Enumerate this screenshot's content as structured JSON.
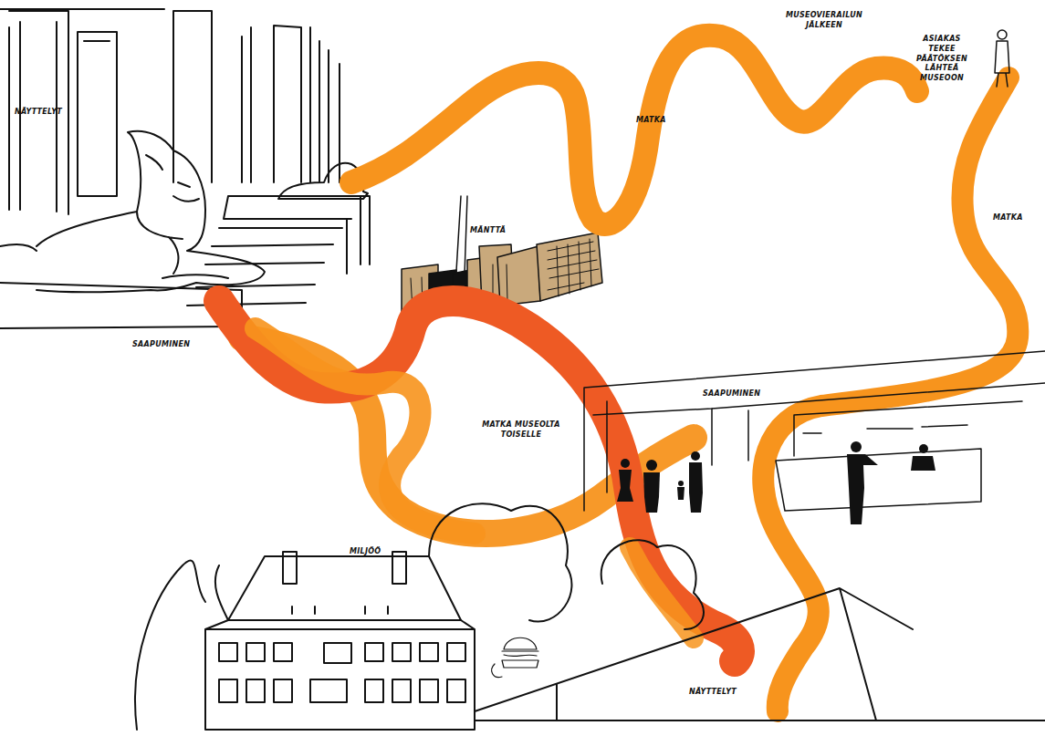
{
  "diagram": {
    "labels": [
      "NÄYTTELYT",
      "MUSEOVIERAILUN JÄLKEEN",
      "ASIAKAS TEKEE PÄÄTÖKSEN LÄHTEÄ MUSEOON",
      "MATKA",
      "MÄNTTÄ",
      "MATKA",
      "SAAPUMINEN",
      "SAAPUMINEN",
      "MATKA MUSEOLTA TOISELLE",
      "MILJÖÖ",
      "NÄYTTELYT"
    ]
  }
}
